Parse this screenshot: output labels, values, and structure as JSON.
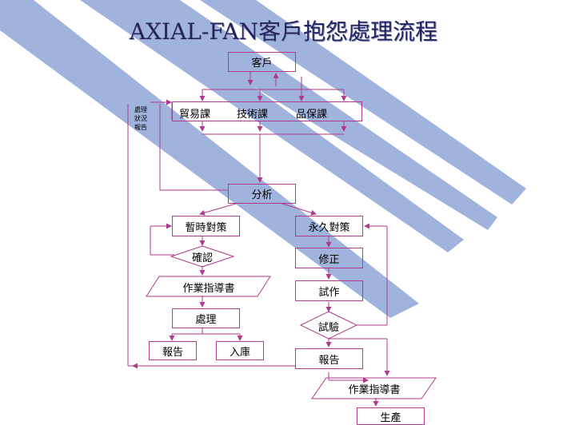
{
  "title": "AXIAL-FAN客戶抱怨處理流程",
  "nodes": {
    "customer": "客戶",
    "trade": "貿易課",
    "tech": "技術課",
    "qa": "品保課",
    "report_note": "處理狀況報告",
    "analysis": "分析",
    "temp_measure": "暫時對策",
    "perm_measure": "永久對策",
    "confirm": "確認",
    "fix": "修正",
    "work_instr_left": "作業指導書",
    "trial": "試作",
    "handle": "處理",
    "test": "試驗",
    "report_left": "報告",
    "stock_in": "入庫",
    "report_right": "報告",
    "work_instr_right": "作業指導書",
    "production": "生產"
  },
  "colors": {
    "stripe": "#9fb3dd",
    "line": "#b03a8a",
    "title": "#23245e"
  }
}
